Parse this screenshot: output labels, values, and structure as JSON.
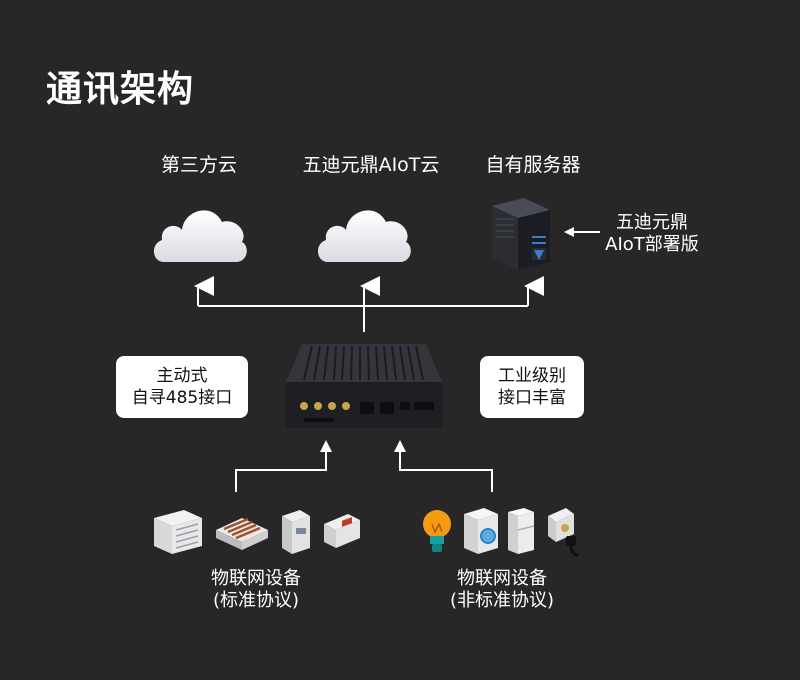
{
  "title": "通讯架构",
  "clouds": [
    {
      "label": "第三方云"
    },
    {
      "label": "五迪元鼎AIoT云"
    },
    {
      "label": "自有服务器"
    }
  ],
  "server_note": {
    "line1": "五迪元鼎",
    "line2": "AIoT部署版"
  },
  "feature_left": {
    "line1": "主动式",
    "line2": "自寻485接口"
  },
  "feature_right": {
    "line1": "工业级别",
    "line2": "接口丰富"
  },
  "devices_standard": {
    "line1": "物联网设备",
    "line2": "(标准协议)"
  },
  "devices_nonstandard": {
    "line1": "物联网设备",
    "line2": "(非标准协议)"
  },
  "icons": {
    "cloud": "cloud-icon",
    "server": "server-tower-icon",
    "gateway": "gateway-box-icon",
    "ac": "air-conditioner-icon",
    "heater": "floor-heater-icon",
    "meter1": "electric-meter-icon",
    "meter2": "power-meter-icon",
    "bulb": "light-bulb-icon",
    "washer": "washing-machine-icon",
    "fridge": "refrigerator-icon",
    "socket": "wall-socket-icon"
  },
  "colors": {
    "background": "#272727",
    "line": "#ffffff",
    "text": "#ffffff",
    "pill_text": "#111111"
  }
}
